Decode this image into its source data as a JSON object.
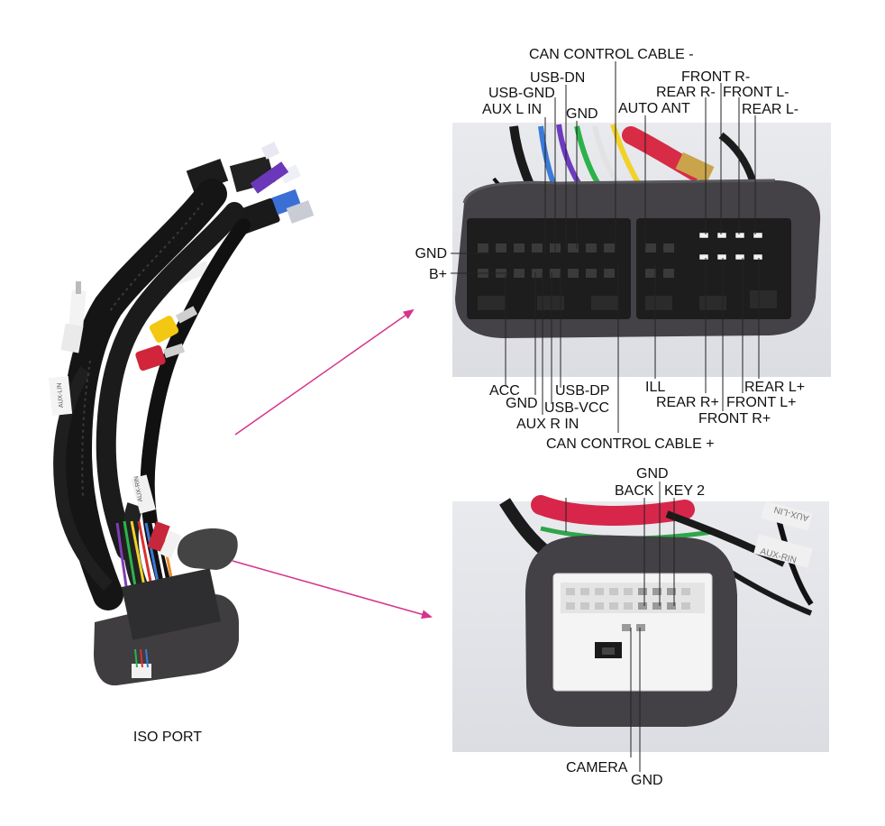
{
  "main_harness": {
    "caption": "ISO PORT",
    "tags": [
      "AUX-LIN",
      "AUX-RIN"
    ]
  },
  "main_connector": {
    "top_labels": {
      "can_control_minus": "CAN CONTROL CABLE -",
      "usb_dn": "USB-DN",
      "usb_gnd": "USB-GND",
      "aux_l_in": "AUX L IN",
      "gnd": "GND",
      "auto_ant": "AUTO ANT",
      "front_r_minus": "FRONT R-",
      "rear_r_minus": "REAR R-",
      "front_l_minus": "FRONT L-",
      "rear_l_minus": "REAR L-"
    },
    "left_labels": {
      "gnd": "GND",
      "b_plus": "B+"
    },
    "bottom_labels": {
      "acc": "ACC",
      "gnd": "GND",
      "aux_r_in": "AUX R IN",
      "usb_dp": "USB-DP",
      "usb_vcc": "USB-VCC",
      "ill": "ILL",
      "can_control_plus": "CAN CONTROL CABLE +",
      "rear_r_plus": "REAR R+",
      "front_r_plus": "FRONT R+",
      "front_l_plus": "FRONT L+",
      "rear_l_plus": "REAR L+"
    }
  },
  "small_connector": {
    "top_labels": {
      "gnd": "GND",
      "back": "BACK",
      "key2": "KEY 2"
    },
    "bottom_labels": {
      "camera": "CAMERA",
      "gnd": "GND"
    },
    "tags": [
      "AUX-RIN",
      "AUX-LIN"
    ]
  },
  "colors": {
    "arrow": "#d6338a",
    "foam": "#3d3b3d",
    "connector_white": "#f4f4f4",
    "connector_black": "#1e1e1e"
  }
}
